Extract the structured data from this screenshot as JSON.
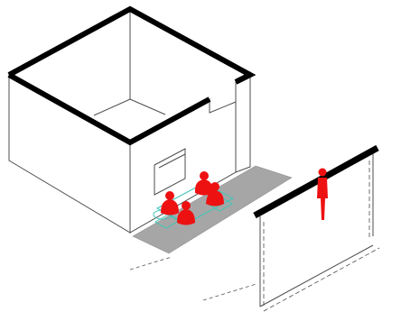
{
  "diagram": {
    "kind": "isometric architectural sketch",
    "colors": {
      "background": "#ffffff",
      "wall_line": "#4d4d4d",
      "top_edge": "#000000",
      "wall_face": "#ffffff",
      "floor_plate": "#a6a6a6",
      "figures": "#ee1111",
      "furniture_outline": "#3fc6b8",
      "dashed_line": "#555555"
    },
    "figures": {
      "seated_count": 4,
      "standing_count": 1
    }
  }
}
